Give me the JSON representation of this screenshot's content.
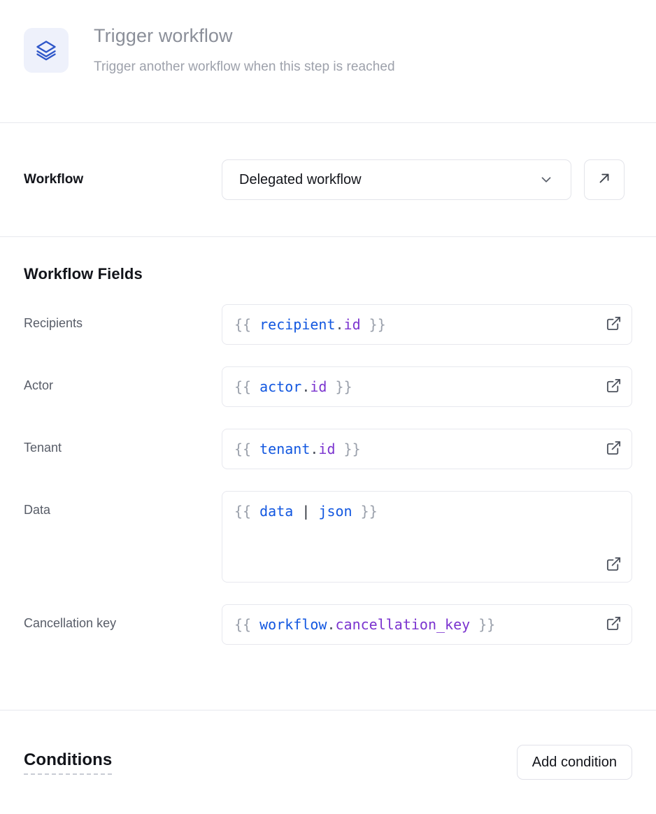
{
  "header": {
    "icon": "layers-stack-icon",
    "title": "Trigger workflow",
    "subtitle": "Trigger another workflow when this step is reached"
  },
  "workflow_row": {
    "label": "Workflow",
    "selected": "Delegated workflow",
    "dropdown_icon": "chevron-down-icon",
    "open_button_icon": "arrow-up-right-icon"
  },
  "fields_section": {
    "title": "Workflow Fields",
    "fields": [
      {
        "label": "Recipients",
        "value": "{{ recipient.id }}",
        "tokens": [
          {
            "t": "{{ ",
            "c": "brace"
          },
          {
            "t": "recipient",
            "c": "obj"
          },
          {
            "t": ".",
            "c": "dot"
          },
          {
            "t": "id",
            "c": "prop"
          },
          {
            "t": " }}",
            "c": "brace"
          }
        ],
        "multiline": false,
        "action_icon": "external-link-icon"
      },
      {
        "label": "Actor",
        "value": "{{ actor.id }}",
        "tokens": [
          {
            "t": "{{ ",
            "c": "brace"
          },
          {
            "t": "actor",
            "c": "obj"
          },
          {
            "t": ".",
            "c": "dot"
          },
          {
            "t": "id",
            "c": "prop"
          },
          {
            "t": " }}",
            "c": "brace"
          }
        ],
        "multiline": false,
        "action_icon": "external-link-icon"
      },
      {
        "label": "Tenant",
        "value": "{{ tenant.id }}",
        "tokens": [
          {
            "t": "{{ ",
            "c": "brace"
          },
          {
            "t": "tenant",
            "c": "obj"
          },
          {
            "t": ".",
            "c": "dot"
          },
          {
            "t": "id",
            "c": "prop"
          },
          {
            "t": " }}",
            "c": "brace"
          }
        ],
        "multiline": false,
        "action_icon": "external-link-icon"
      },
      {
        "label": "Data",
        "value": "{{ data | json }}",
        "tokens": [
          {
            "t": "{{ ",
            "c": "brace"
          },
          {
            "t": "data",
            "c": "obj"
          },
          {
            "t": " ",
            "c": "brace"
          },
          {
            "t": "|",
            "c": "pipe"
          },
          {
            "t": " ",
            "c": "brace"
          },
          {
            "t": "json",
            "c": "filter"
          },
          {
            "t": " }}",
            "c": "brace"
          }
        ],
        "multiline": true,
        "action_icon": "external-link-icon"
      },
      {
        "label": "Cancellation key",
        "value": "{{ workflow.cancellation_key }}",
        "tokens": [
          {
            "t": "{{ ",
            "c": "brace"
          },
          {
            "t": "workflow",
            "c": "obj"
          },
          {
            "t": ".",
            "c": "dot"
          },
          {
            "t": "cancellation_key",
            "c": "prop"
          },
          {
            "t": " }}",
            "c": "brace"
          }
        ],
        "multiline": false,
        "action_icon": "external-link-icon"
      }
    ]
  },
  "conditions": {
    "title": "Conditions",
    "add_label": "Add condition"
  },
  "colors": {
    "accent_blue": "#2f57c9",
    "icon_bg": "#eef1fb",
    "token_object": "#1257e0",
    "token_property": "#7b34cf",
    "token_brace": "#9aa0ab",
    "border": "#e7e8ee"
  }
}
